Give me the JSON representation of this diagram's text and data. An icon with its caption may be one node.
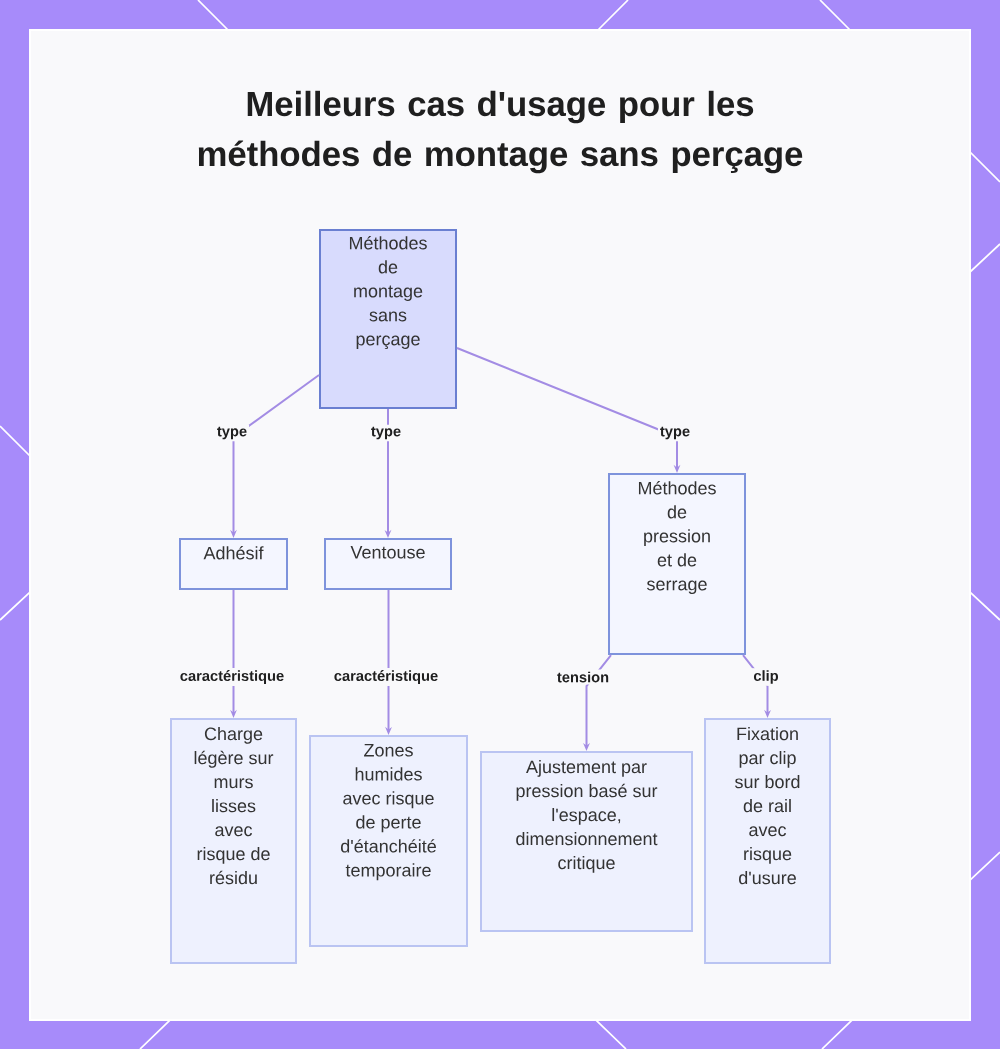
{
  "diagram": {
    "title": "Meilleurs cas d'usage pour les méthodes de montage sans perçage",
    "nodes": [
      {
        "text": [
          "Méthodes de montage sans perçage"
        ]
      },
      {
        "text": [
          "Adhésif"
        ]
      },
      {
        "text": [
          "Ventouse"
        ]
      },
      {
        "text": [
          "Méthodes de pression et de serrage"
        ]
      },
      {
        "text": [
          "Charge légère sur murs lisses avec risque de résidu"
        ]
      },
      {
        "text": [
          "Zones humides avec risque de perte d'étanchéité temporaire"
        ]
      },
      {
        "text": [
          "Ajustement par pression basé sur l'espace, dimensionnement critique"
        ]
      },
      {
        "text": [
          "Fixation par clip sur bord de rail avec risque d'usure"
        ]
      }
    ],
    "edges": [
      {
        "from": 0,
        "to": 1,
        "arrow": "to",
        "label": "type"
      },
      {
        "from": 0,
        "to": 2,
        "arrow": "to",
        "label": "type"
      },
      {
        "from": 0,
        "to": 3,
        "arrow": "to",
        "label": "type"
      },
      {
        "from": 1,
        "to": 4,
        "arrow": "to",
        "label": "caractéristique"
      },
      {
        "from": 2,
        "to": 5,
        "arrow": "to",
        "label": "caractéristique"
      },
      {
        "from": 3,
        "to": 6,
        "arrow": "to",
        "label": "tension"
      },
      {
        "from": 3,
        "to": 7,
        "arrow": "to",
        "label": "clip"
      }
    ]
  }
}
